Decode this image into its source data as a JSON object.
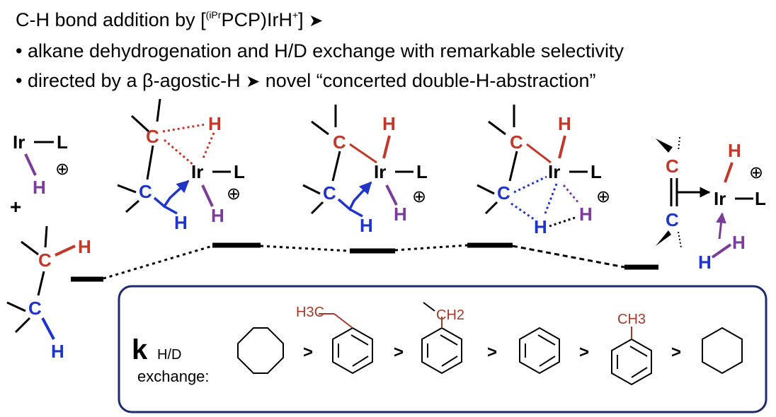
{
  "header": {
    "line1": {
      "text": "C-H bond addition by [",
      "sup": "(iPr",
      "text2": "PCP)IrH",
      "sup2": "+",
      "text3": "]",
      "arrow": "➤"
    },
    "bullet1": "• alkane dehydrogenation and H/D exchange with remarkable selectivity",
    "bullet2_a": "• directed by a β-agostic-H",
    "bullet2_arrow": "➤",
    "bullet2_b": " novel “concerted double-H-abstraction”"
  },
  "labels": {
    "ir": "Ir",
    "l": "L",
    "h": "H",
    "c": "C",
    "plus": "+",
    "charge": "⊕"
  },
  "box": {
    "k": "k",
    "subscript": "H/D",
    "exchange": "exchange:",
    "gt": ">",
    "h3c": "H3C",
    "ch2": "CH2",
    "ch3": "CH3"
  },
  "colors": {
    "red": "#c0392b",
    "blue": "#1f35c8",
    "purple": "#7a3d9a",
    "box_border": "#1e2a6e",
    "substituent": "#a23a2c"
  }
}
